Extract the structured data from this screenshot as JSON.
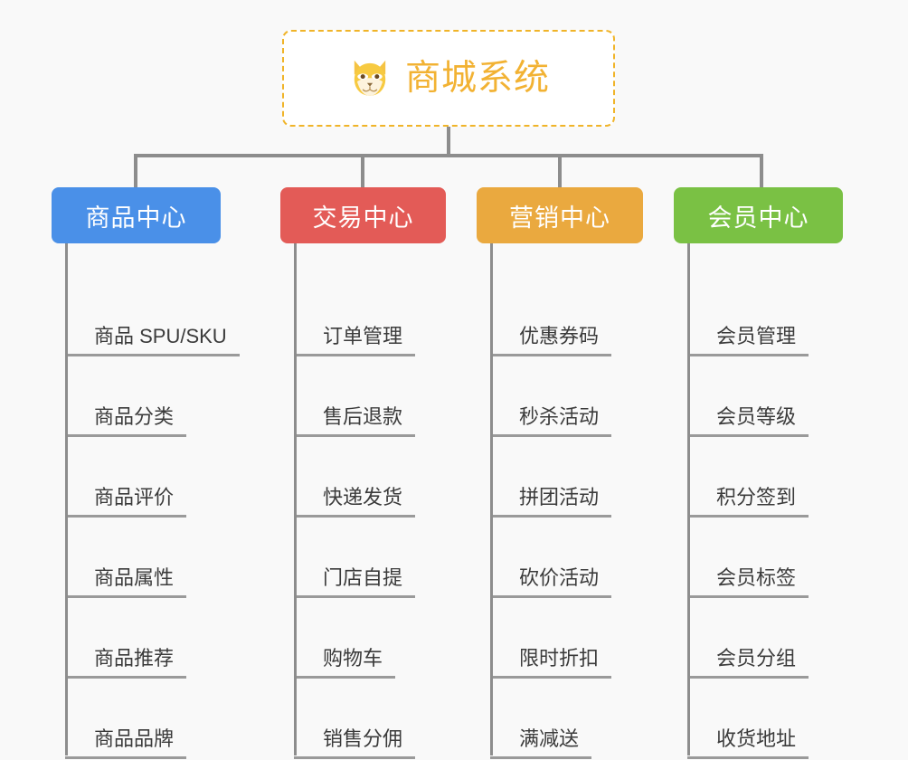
{
  "root": {
    "title": "商城系统",
    "icon": "shiba-dog-face-emoji",
    "border_color": "#f0b429",
    "text_color": "#f2b233"
  },
  "branches": [
    {
      "label": "商品中心",
      "color": "#4a90e8",
      "items": [
        "商品 SPU/SKU",
        "商品分类",
        "商品评价",
        "商品属性",
        "商品推荐",
        "商品品牌"
      ]
    },
    {
      "label": "交易中心",
      "color": "#e35b57",
      "items": [
        "订单管理",
        "售后退款",
        "快递发货",
        "门店自提",
        "购物车",
        "销售分佣"
      ]
    },
    {
      "label": "营销中心",
      "color": "#eaa93f",
      "items": [
        "优惠券码",
        "秒杀活动",
        "拼团活动",
        "砍价活动",
        "限时折扣",
        "满减送"
      ]
    },
    {
      "label": "会员中心",
      "color": "#7ac144",
      "items": [
        "会员管理",
        "会员等级",
        "积分签到",
        "会员标签",
        "会员分组",
        "收货地址"
      ]
    }
  ],
  "theme": {
    "background": "#f9f9f9",
    "connector_color": "#8d8d8d",
    "leaf_text_color": "#3b3b3b",
    "leaf_underline_color": "#9a9a9a"
  }
}
